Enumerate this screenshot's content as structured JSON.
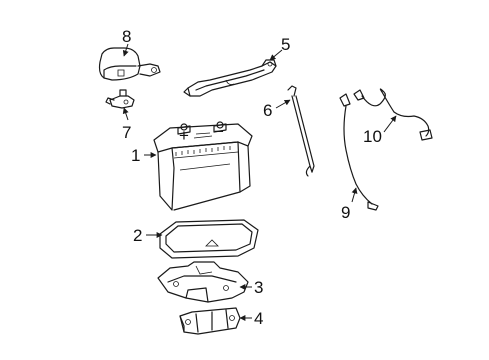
{
  "callouts": [
    {
      "id": "1",
      "label": "1"
    },
    {
      "id": "2",
      "label": "2"
    },
    {
      "id": "3",
      "label": "3"
    },
    {
      "id": "4",
      "label": "4"
    },
    {
      "id": "5",
      "label": "5"
    },
    {
      "id": "6",
      "label": "6"
    },
    {
      "id": "7",
      "label": "7"
    },
    {
      "id": "8",
      "label": "8"
    },
    {
      "id": "9",
      "label": "9"
    },
    {
      "id": "10",
      "label": "10"
    }
  ],
  "battery_marks": {
    "positive": "+",
    "negative": "−"
  },
  "colors": {
    "line": "#1a1a1a",
    "background": "#ffffff"
  }
}
